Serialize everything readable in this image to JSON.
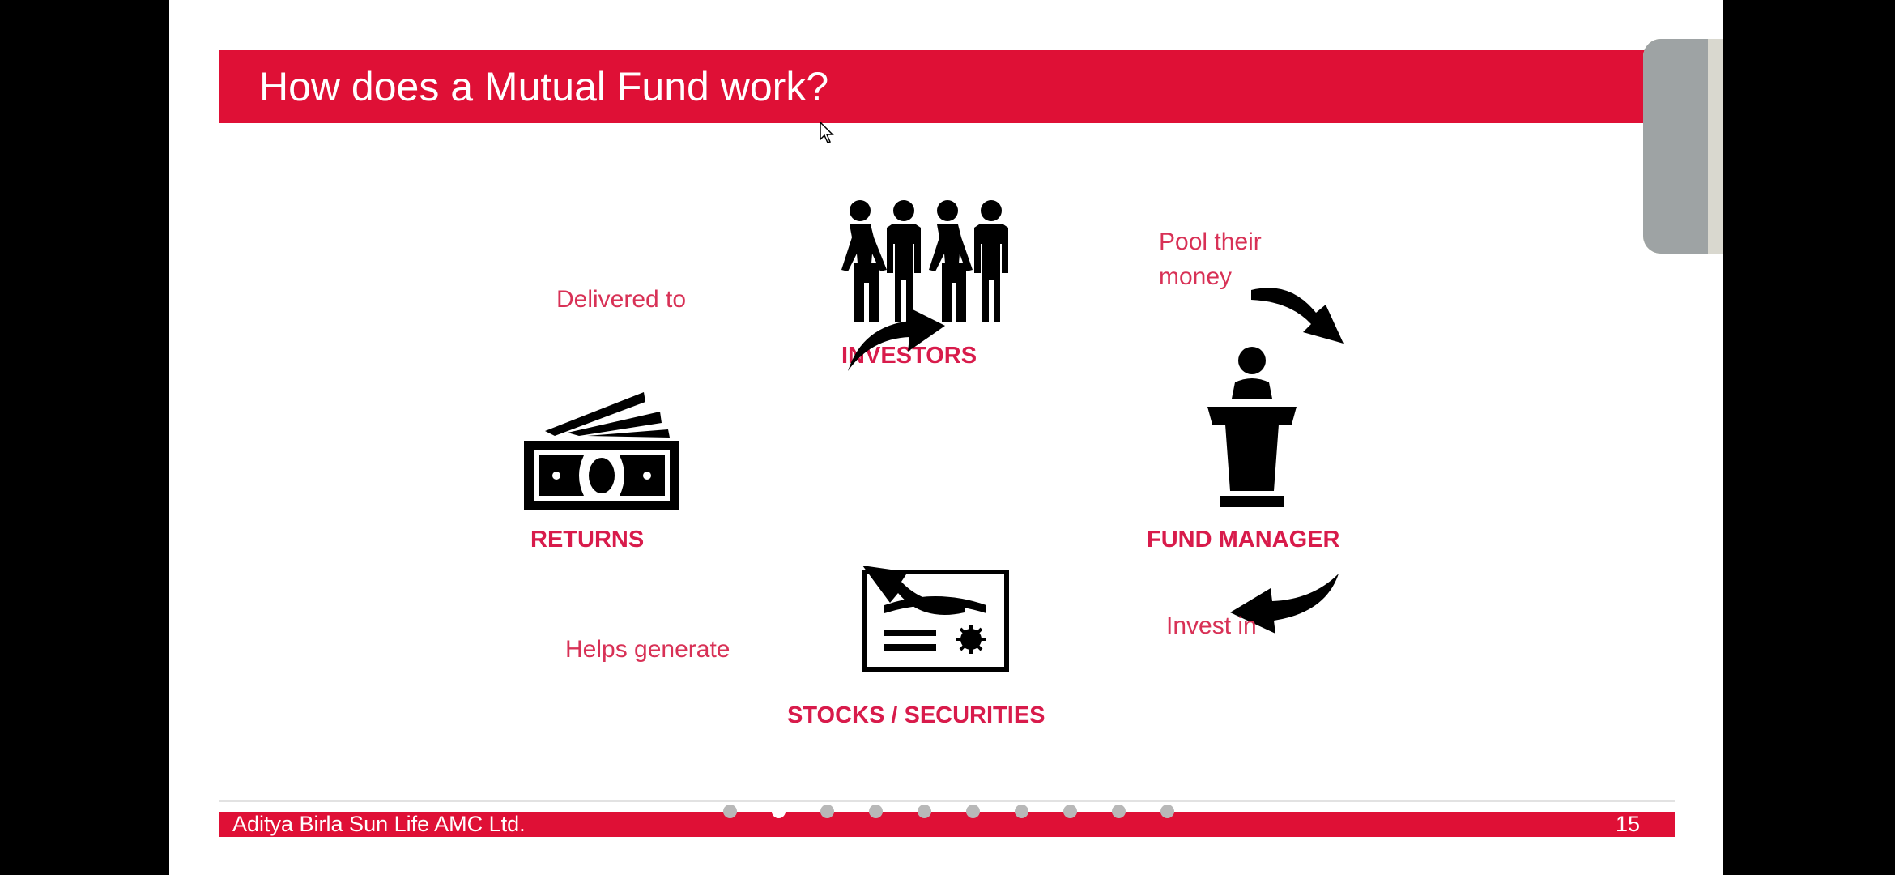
{
  "slide": {
    "title": "How does a Mutual Fund work?",
    "company": "Aditya Birla Sun Life AMC Ltd.",
    "page_number": "15"
  },
  "nodes": {
    "investors": "INVESTORS",
    "fund_manager": "FUND MANAGER",
    "stocks": "STOCKS / SECURITIES",
    "returns": "RETURNS"
  },
  "flows": {
    "pool_line1": "Pool their",
    "pool_line2": "money",
    "invest": "Invest in",
    "generate": "Helps generate",
    "delivered": "Delivered to"
  },
  "navigation": {
    "dot_count": 10,
    "active_index": 1
  },
  "icons": {
    "investors": "people-group-icon",
    "fund_manager": "podium-speaker-icon",
    "stocks": "certificate-icon",
    "returns": "money-stack-icon"
  },
  "colors": {
    "accent": "#df1036",
    "label": "#d81b4b"
  }
}
